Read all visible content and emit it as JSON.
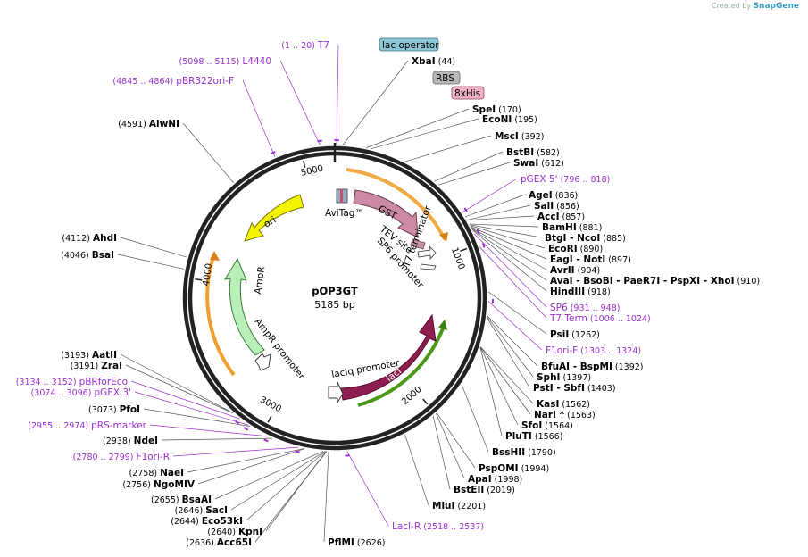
{
  "watermark": {
    "prefix": "Created by",
    "brand": "SnapGene"
  },
  "plasmid": {
    "name": "pOP3GT",
    "length_label": "5185 bp",
    "size": 5185
  },
  "ticks": [
    "1000",
    "2000",
    "3000",
    "4000",
    "5000"
  ],
  "enzymes": [
    {
      "name": "XbaI",
      "pos": "(44)",
      "site": 44
    },
    {
      "name": "SpeI",
      "pos": "(170)",
      "site": 170
    },
    {
      "name": "EcoNI",
      "pos": "(195)",
      "site": 195
    },
    {
      "name": "MscI",
      "pos": "(392)",
      "site": 392
    },
    {
      "name": "BstBI",
      "pos": "(582)",
      "site": 582
    },
    {
      "name": "SwaI",
      "pos": "(612)",
      "site": 612
    },
    {
      "name": "AgeI",
      "pos": "(836)",
      "site": 836
    },
    {
      "name": "SalI",
      "pos": "(856)",
      "site": 856
    },
    {
      "name": "AccI",
      "pos": "(857)",
      "site": 857
    },
    {
      "name": "BamHI",
      "pos": "(881)",
      "site": 881
    },
    {
      "name": "BtgI - NcoI",
      "pos": "(885)",
      "site": 885
    },
    {
      "name": "EcoRI",
      "pos": "(890)",
      "site": 890
    },
    {
      "name": "EagI - NotI",
      "pos": "(897)",
      "site": 897
    },
    {
      "name": "AvrII",
      "pos": "(904)",
      "site": 904
    },
    {
      "name": "AvaI - BsoBI - PaeR7I - PspXI - XhoI",
      "pos": "(910)",
      "site": 910
    },
    {
      "name": "HindIII",
      "pos": "(918)",
      "site": 918
    },
    {
      "name": "PsiI",
      "pos": "(1262)",
      "site": 1262
    },
    {
      "name": "BfuAI - BspMI",
      "pos": "(1392)",
      "site": 1392
    },
    {
      "name": "SphI",
      "pos": "(1397)",
      "site": 1397
    },
    {
      "name": "PstI - SbfI",
      "pos": "(1403)",
      "site": 1403
    },
    {
      "name": "KasI",
      "pos": "(1562)",
      "site": 1562
    },
    {
      "name": "NarI *",
      "pos": "(1563)",
      "site": 1563
    },
    {
      "name": "SfoI",
      "pos": "(1564)",
      "site": 1564
    },
    {
      "name": "PluTI",
      "pos": "(1566)",
      "site": 1566
    },
    {
      "name": "BssHII",
      "pos": "(1790)",
      "site": 1790
    },
    {
      "name": "PspOMI",
      "pos": "(1994)",
      "site": 1994
    },
    {
      "name": "ApaI",
      "pos": "(1998)",
      "site": 1998
    },
    {
      "name": "BstEII",
      "pos": "(2019)",
      "site": 2019
    },
    {
      "name": "MluI",
      "pos": "(2201)",
      "site": 2201
    },
    {
      "name": "PflMI",
      "pos": "(2626)",
      "site": 2626
    },
    {
      "name": "Acc65I",
      "pos": "(2636)",
      "site": 2636
    },
    {
      "name": "KpnI",
      "pos": "(2640)",
      "site": 2640
    },
    {
      "name": "Eco53kI",
      "pos": "(2644)",
      "site": 2644
    },
    {
      "name": "SacI",
      "pos": "(2646)",
      "site": 2646
    },
    {
      "name": "BsaAI",
      "pos": "(2655)",
      "site": 2655
    },
    {
      "name": "NgoMIV",
      "pos": "(2756)",
      "site": 2756
    },
    {
      "name": "NaeI",
      "pos": "(2758)",
      "site": 2758
    },
    {
      "name": "NdeI",
      "pos": "(2938)",
      "site": 2938
    },
    {
      "name": "PfoI",
      "pos": "(3073)",
      "site": 3073
    },
    {
      "name": "ZraI",
      "pos": "(3191)",
      "site": 3191
    },
    {
      "name": "AatII",
      "pos": "(3193)",
      "site": 3193
    },
    {
      "name": "BsaI",
      "pos": "(4046)",
      "site": 4046
    },
    {
      "name": "AhdI",
      "pos": "(4112)",
      "site": 4112
    },
    {
      "name": "AlwNI",
      "pos": "(4591)",
      "site": 4591
    }
  ],
  "primer_features": [
    {
      "name": "T7",
      "range": "(1 .. 20)",
      "mid": 10
    },
    {
      "name": "L4440",
      "range": "(5098 .. 5115)",
      "mid": 5106
    },
    {
      "name": "pBR322ori-F",
      "range": "(4845 .. 4864)",
      "mid": 4854
    },
    {
      "name": "pGEX 5'",
      "range": "(796 .. 818)",
      "mid": 807
    },
    {
      "name": "SP6",
      "range": "(931 .. 948)",
      "mid": 939
    },
    {
      "name": "T7 Term",
      "range": "(1006 .. 1024)",
      "mid": 1015
    },
    {
      "name": "F1ori-F",
      "range": "(1303 .. 1324)",
      "mid": 1313
    },
    {
      "name": "pBRforEco",
      "range": "(3134 .. 3152)",
      "mid": 3143
    },
    {
      "name": "pGEX 3'",
      "range": "(3074 .. 3096)",
      "mid": 3085
    },
    {
      "name": "pRS-marker",
      "range": "(2955 .. 2974)",
      "mid": 2964
    },
    {
      "name": "F1ori-R",
      "range": "(2780 .. 2799)",
      "mid": 2790
    },
    {
      "name": "LacI-R",
      "range": "(2518 .. 2537)",
      "mid": 2527
    }
  ],
  "boxed_features": [
    {
      "name": "lac operator",
      "color": "#8ec6d6"
    },
    {
      "name": "RBS",
      "color": "#b8b8b8"
    },
    {
      "name": "8xHis",
      "color": "#f0b0c4"
    }
  ],
  "arrows": [
    {
      "name": "GST",
      "color": "#cc8aa6"
    },
    {
      "name": "ori",
      "color": "#f5f500"
    },
    {
      "name": "AmpR",
      "color": "#b8f0b8"
    },
    {
      "name": "lacI",
      "color": "#8e1e50"
    }
  ],
  "feature_labels": {
    "avitag": "AviTag™",
    "tev": "TEV site",
    "sp6prom": "SP6 promoter",
    "t7term": "T7 terminator",
    "laciq": "lacIq promoter",
    "ampr": "AmpR",
    "amprprom": "AmpR promoter"
  },
  "colors": {
    "backbone": "#222222",
    "primer": "#9b30d0",
    "orf_highlight": "#f0a030",
    "laci_highlight": "#4a9a18"
  }
}
